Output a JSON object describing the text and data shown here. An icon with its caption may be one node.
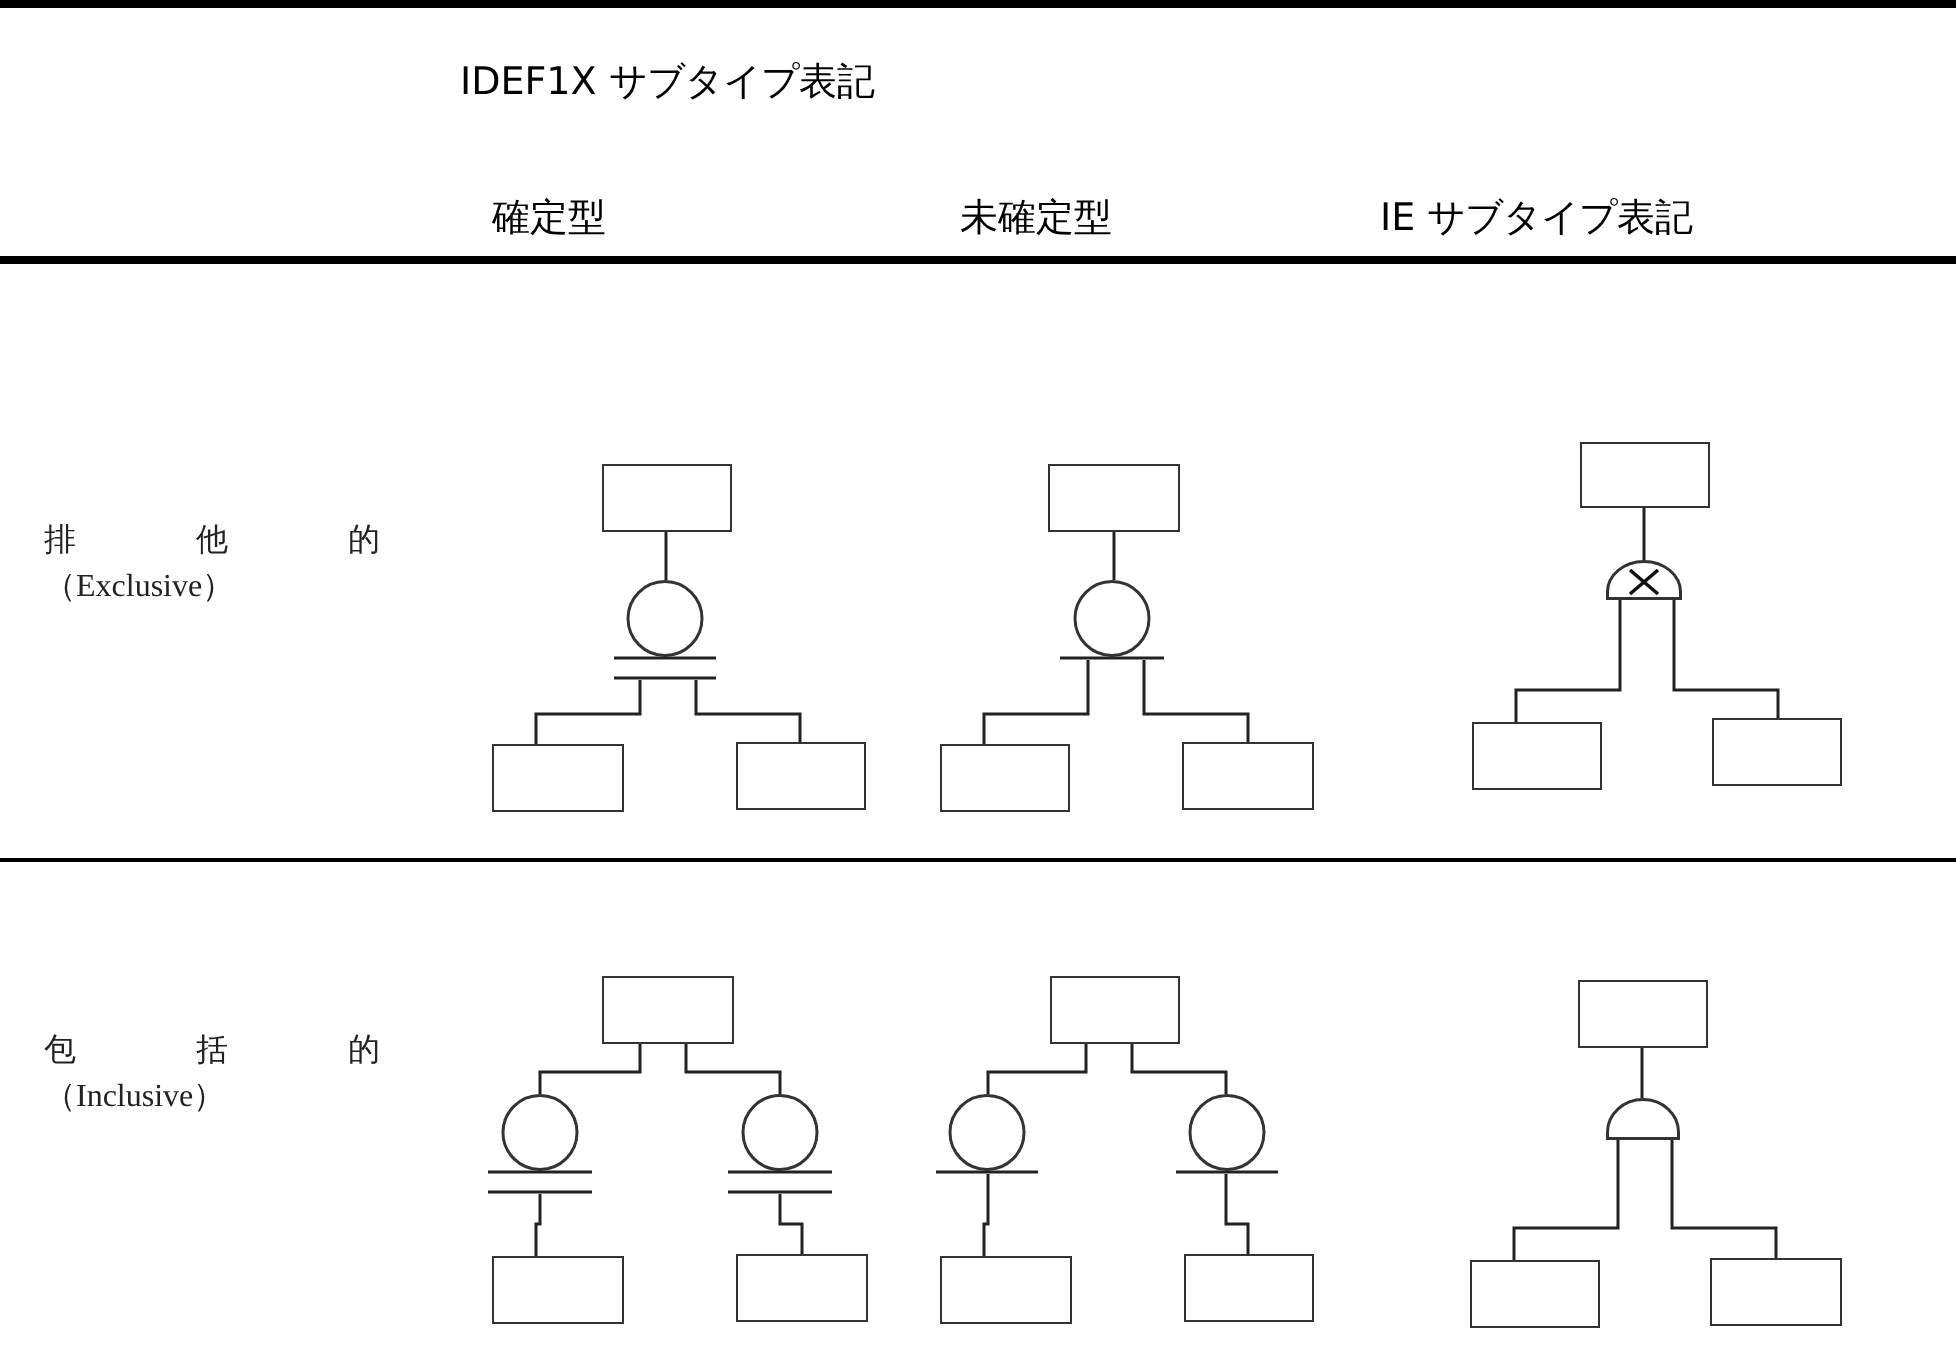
{
  "diagram": {
    "title": "IDEF1X サブタイプ表記",
    "nodes": [
      {
        "text": [],
        "shape": "box"
      },
      {
        "text": [],
        "shape": "circle"
      },
      {
        "text": [],
        "shape": "box"
      },
      {
        "text": [],
        "shape": "box"
      },
      {
        "text": [],
        "shape": "box"
      },
      {
        "text": [],
        "shape": "circle"
      },
      {
        "text": [],
        "shape": "box"
      },
      {
        "text": [],
        "shape": "box"
      },
      {
        "text": [],
        "shape": "box"
      },
      {
        "text": [],
        "shape": "semicircle"
      },
      {
        "text": [],
        "shape": "box"
      },
      {
        "text": [],
        "shape": "box"
      },
      {
        "text": [],
        "shape": "box"
      },
      {
        "text": [],
        "shape": "circle"
      },
      {
        "text": [],
        "shape": "circle"
      },
      {
        "text": [],
        "shape": "box"
      },
      {
        "text": [],
        "shape": "box"
      },
      {
        "text": [],
        "shape": "box"
      },
      {
        "text": [],
        "shape": "circle"
      },
      {
        "text": [],
        "shape": "circle"
      },
      {
        "text": [],
        "shape": "box"
      },
      {
        "text": [],
        "shape": "box"
      },
      {
        "text": [],
        "shape": "box"
      },
      {
        "text": [],
        "shape": "semicircle"
      },
      {
        "text": [],
        "shape": "box"
      },
      {
        "text": [],
        "shape": "box"
      }
    ],
    "edges": [
      {
        "from": 0,
        "to": 1,
        "arrow": "none"
      },
      {
        "from": 1,
        "to": 2,
        "arrow": "none"
      },
      {
        "from": 1,
        "to": 3,
        "arrow": "none"
      },
      {
        "from": 4,
        "to": 5,
        "arrow": "none"
      },
      {
        "from": 5,
        "to": 6,
        "arrow": "none"
      },
      {
        "from": 5,
        "to": 7,
        "arrow": "none"
      },
      {
        "from": 8,
        "to": 9,
        "arrow": "none"
      },
      {
        "from": 9,
        "to": 10,
        "arrow": "none"
      },
      {
        "from": 9,
        "to": 11,
        "arrow": "none"
      },
      {
        "from": 12,
        "to": 13,
        "arrow": "none"
      },
      {
        "from": 12,
        "to": 14,
        "arrow": "none"
      },
      {
        "from": 13,
        "to": 15,
        "arrow": "none"
      },
      {
        "from": 14,
        "to": 16,
        "arrow": "none"
      },
      {
        "from": 17,
        "to": 18,
        "arrow": "none"
      },
      {
        "from": 17,
        "to": 19,
        "arrow": "none"
      },
      {
        "from": 18,
        "to": 20,
        "arrow": "none"
      },
      {
        "from": 19,
        "to": 21,
        "arrow": "none"
      },
      {
        "from": 22,
        "to": 23,
        "arrow": "none"
      },
      {
        "from": 23,
        "to": 24,
        "arrow": "none"
      },
      {
        "from": 23,
        "to": 25,
        "arrow": "none"
      }
    ],
    "labels": [
      "確定型",
      "未確定型",
      "IE サブタイプ表記",
      "排 他 的",
      "（Exclusive）",
      "包 括 的",
      "（Inclusive）"
    ]
  }
}
